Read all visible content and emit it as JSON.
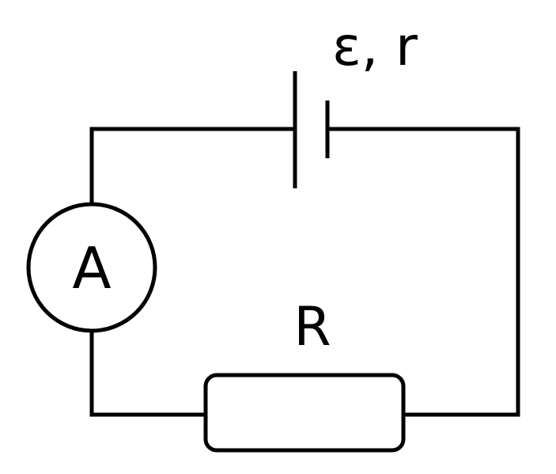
{
  "diagram": {
    "source_label": "ε, r",
    "ammeter_label": "A",
    "resistor_label": "R",
    "line_color": "#000000",
    "background_color": "#ffffff",
    "components": [
      "battery",
      "ammeter",
      "resistor"
    ]
  }
}
